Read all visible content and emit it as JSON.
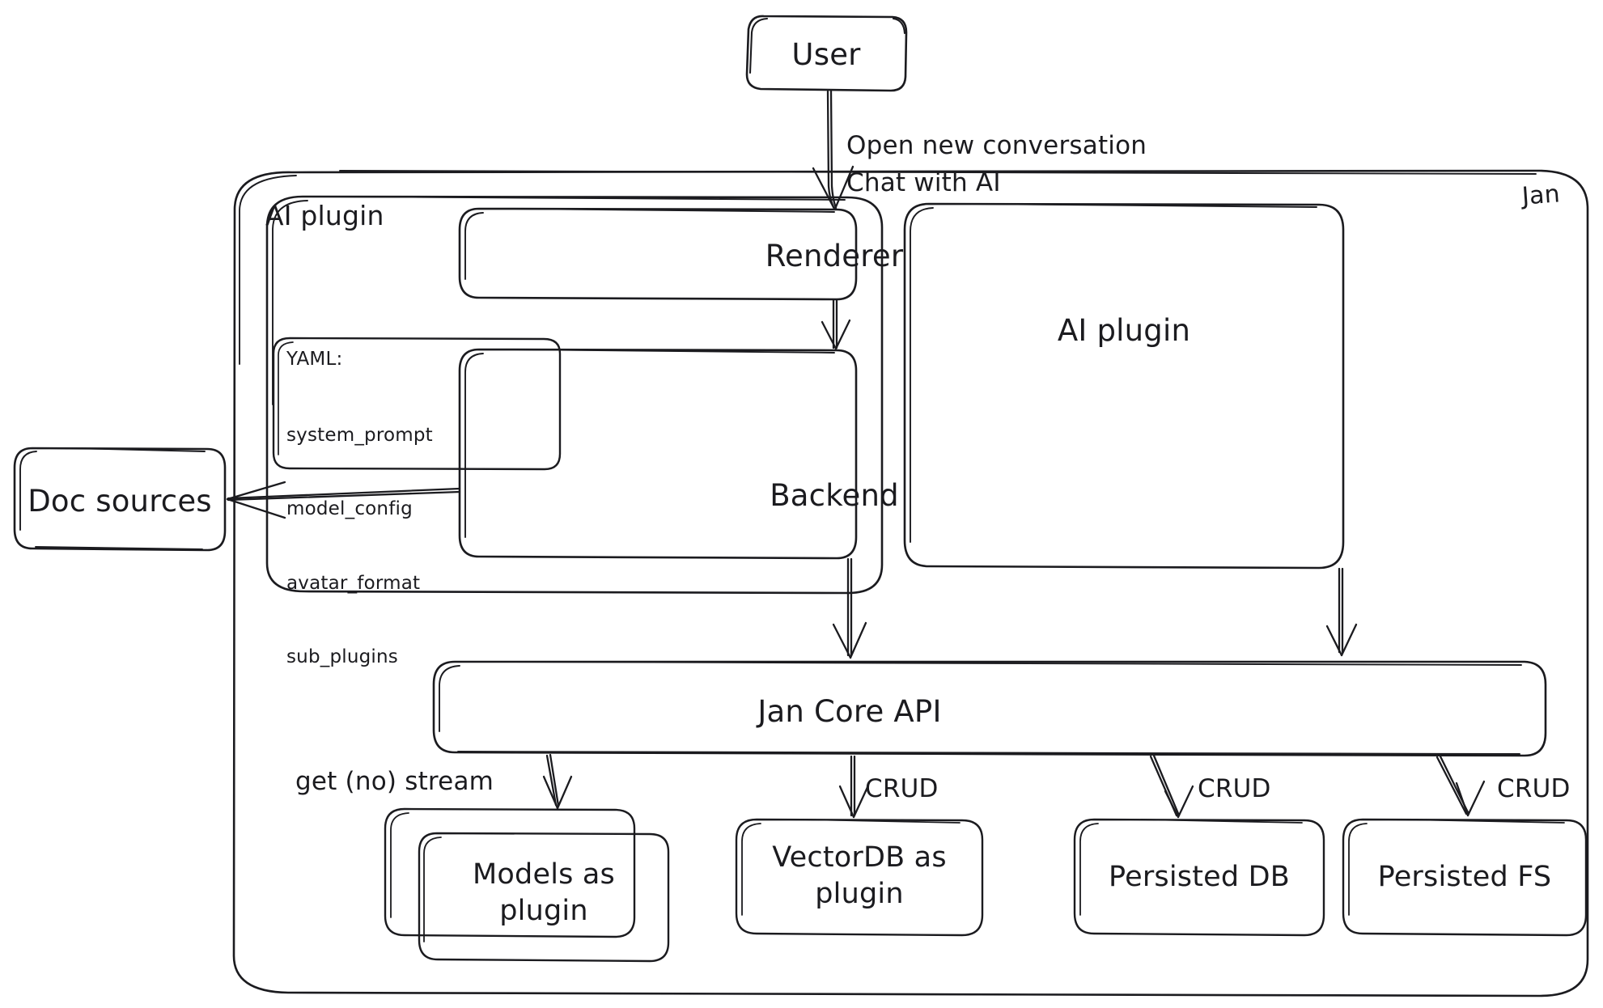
{
  "diagram": {
    "title": "Jan architecture sketch",
    "style": "hand-drawn",
    "stroke_color": "#1b1b1f",
    "background_color": "#ffffff"
  },
  "nodes": {
    "user": {
      "label": "User"
    },
    "jan_container": {
      "label": "Jan"
    },
    "ai_plugin_group": {
      "label": "AI plugin"
    },
    "renderer": {
      "label": "Renderer"
    },
    "backend": {
      "label": "Backend"
    },
    "ai_plugin_right": {
      "label": "AI plugin"
    },
    "doc_sources": {
      "label": "Doc sources"
    },
    "jan_core_api": {
      "label": "Jan Core API"
    },
    "models_as_plugin": {
      "label": "Models as\nplugin"
    },
    "vectordb_as_plugin": {
      "label": "VectorDB as\nplugin"
    },
    "persisted_db": {
      "label": "Persisted DB"
    },
    "persisted_fs": {
      "label": "Persisted FS"
    }
  },
  "yaml_card": {
    "header": "YAML:",
    "keys": [
      "system_prompt",
      "model_config",
      "avatar_format",
      "sub_plugins"
    ]
  },
  "edges": [
    {
      "id": "user-to-renderer",
      "from": "user",
      "to": "renderer",
      "label": "Open new conversation\nChat with AI"
    },
    {
      "id": "renderer-to-backend",
      "from": "renderer",
      "to": "backend",
      "label": ""
    },
    {
      "id": "backend-to-doc-sources",
      "from": "backend",
      "to": "doc_sources",
      "label": ""
    },
    {
      "id": "backend-to-core-api",
      "from": "backend",
      "to": "jan_core_api",
      "label": ""
    },
    {
      "id": "ai-plugin-to-core-api",
      "from": "ai_plugin_right",
      "to": "jan_core_api",
      "label": ""
    },
    {
      "id": "core-api-to-models",
      "from": "jan_core_api",
      "to": "models_as_plugin",
      "label": "get (no) stream"
    },
    {
      "id": "core-api-to-vectordb",
      "from": "jan_core_api",
      "to": "vectordb_as_plugin",
      "label": "CRUD"
    },
    {
      "id": "core-api-to-persisted-db",
      "from": "jan_core_api",
      "to": "persisted_db",
      "label": "CRUD"
    },
    {
      "id": "core-api-to-persisted-fs",
      "from": "jan_core_api",
      "to": "persisted_fs",
      "label": "CRUD"
    }
  ],
  "edge_labels": {
    "user_flow_line1": "Open new conversation",
    "user_flow_line2": "Chat with AI",
    "get_no_stream": "get (no) stream",
    "crud_vectordb": "CRUD",
    "crud_persisted_db": "CRUD",
    "crud_persisted_fs": "CRUD"
  }
}
